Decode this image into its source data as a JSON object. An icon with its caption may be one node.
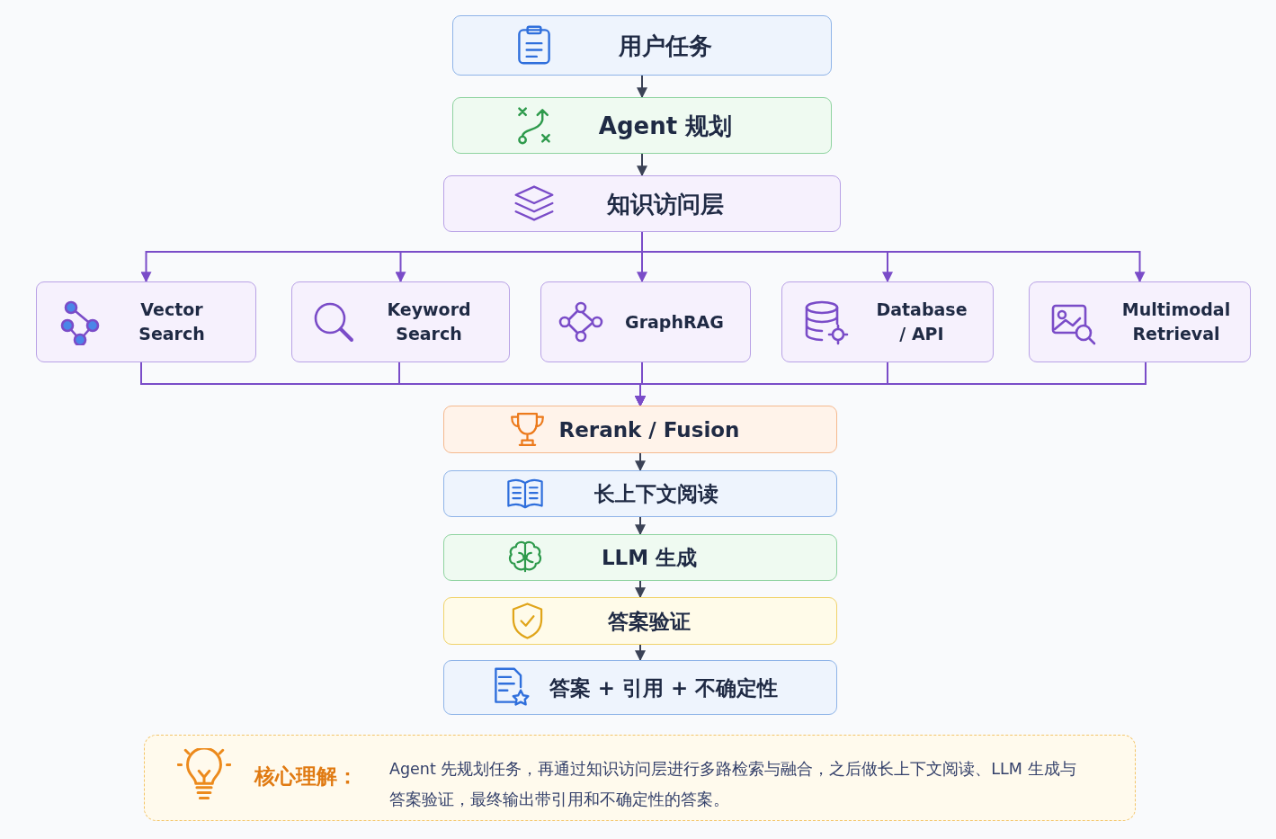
{
  "diagram": {
    "nodes": [
      {
        "text": [
          "用户任务"
        ]
      },
      {
        "text": [
          "Agent 规划"
        ]
      },
      {
        "text": [
          "知识访问层"
        ]
      },
      {
        "text": [
          "Vector Search"
        ]
      },
      {
        "text": [
          "Keyword Search"
        ]
      },
      {
        "text": [
          "GraphRAG"
        ]
      },
      {
        "text": [
          "Database / API"
        ]
      },
      {
        "text": [
          "Multimodal Retrieval"
        ]
      },
      {
        "text": [
          "Rerank / Fusion"
        ]
      },
      {
        "text": [
          "长上下文阅读"
        ]
      },
      {
        "text": [
          "LLM 生成"
        ]
      },
      {
        "text": [
          "答案验证"
        ]
      },
      {
        "text": [
          "答案 + 引用 + 不确定性"
        ]
      },
      {
        "text": [
          "核心理解：",
          "Agent 先规划任务，再通过知识访问层进行多路检索与融合，之后做长上下文阅读、LLM 生成与答案验证，最终输出带引用和不确定性的答案。"
        ]
      }
    ],
    "edges": [
      {
        "from": 0,
        "to": 1,
        "arrow": "to",
        "color": "#3b4256"
      },
      {
        "from": 1,
        "to": 2,
        "arrow": "to",
        "color": "#3b4256"
      },
      {
        "from": 2,
        "to": 3,
        "arrow": "to"
      },
      {
        "from": 2,
        "to": 4,
        "arrow": "to"
      },
      {
        "from": 2,
        "to": 5,
        "arrow": "to"
      },
      {
        "from": 2,
        "to": 6,
        "arrow": "to"
      },
      {
        "from": 2,
        "to": 7,
        "arrow": "to"
      },
      {
        "from": 3,
        "to": 8,
        "arrow": "to"
      },
      {
        "from": 4,
        "to": 8,
        "arrow": "to"
      },
      {
        "from": 5,
        "to": 8,
        "arrow": "to"
      },
      {
        "from": 6,
        "to": 8,
        "arrow": "to"
      },
      {
        "from": 7,
        "to": 8,
        "arrow": "to"
      },
      {
        "from": 8,
        "to": 9,
        "arrow": "to",
        "color": "#3b4256"
      },
      {
        "from": 9,
        "to": 10,
        "arrow": "to",
        "color": "#3b4256"
      },
      {
        "from": 10,
        "to": 11,
        "arrow": "to",
        "color": "#3b4256"
      },
      {
        "from": 11,
        "to": 12,
        "arrow": "to",
        "color": "#3b4256"
      }
    ]
  }
}
